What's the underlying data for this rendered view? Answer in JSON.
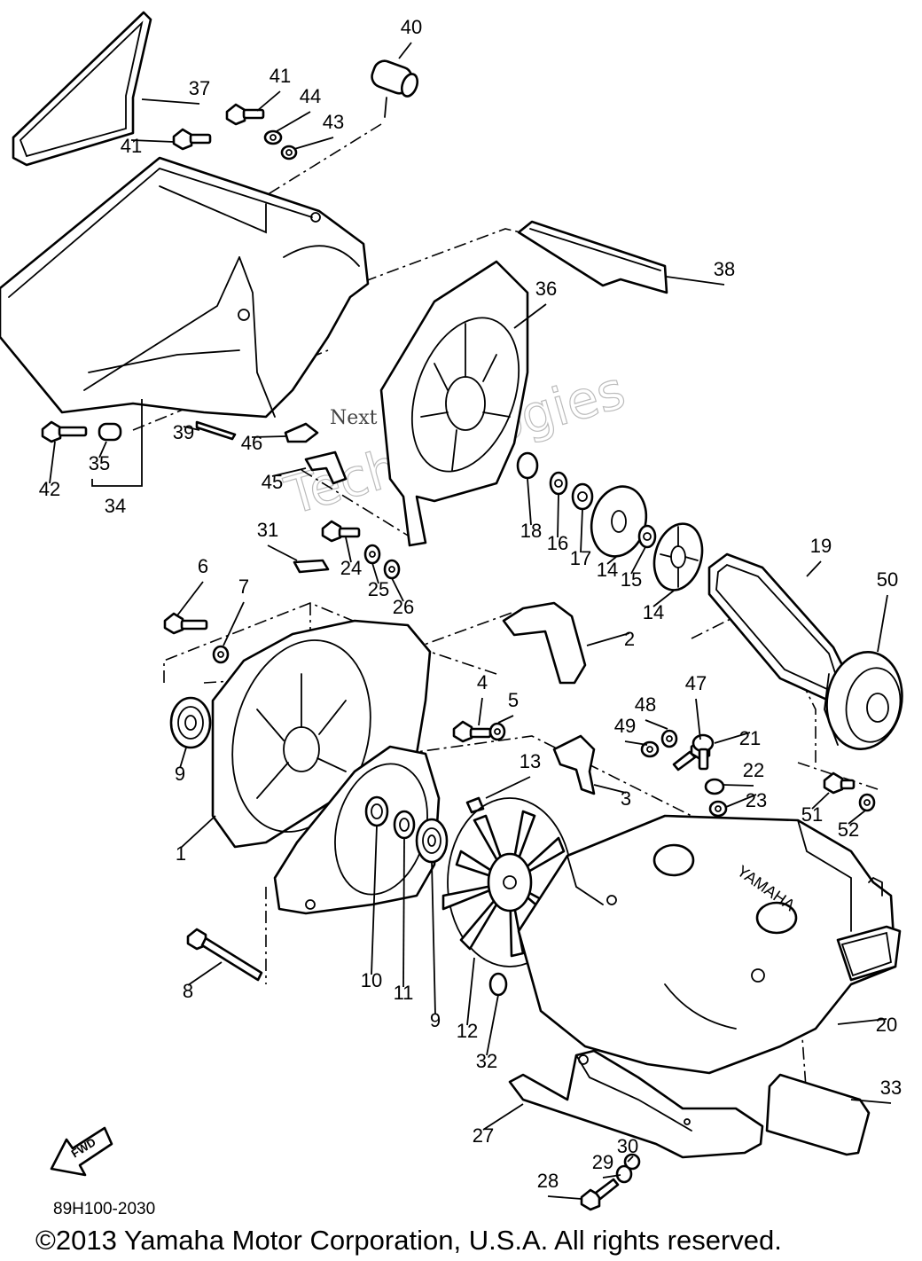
{
  "watermark": {
    "line1": "Next Technologies",
    "line2": "Techn",
    "line3": "ogies"
  },
  "fwd_label": "FWD",
  "diagram_code": "89H100-2030",
  "copyright": "©2013 Yamaha Motor Corporation, U.S.A. All rights reserved.",
  "callouts": [
    "40",
    "37",
    "41",
    "44",
    "43",
    "41",
    "38",
    "36",
    "42",
    "35",
    "34",
    "39",
    "46",
    "45",
    "18",
    "16",
    "17",
    "14",
    "15",
    "14",
    "19",
    "50",
    "31",
    "24",
    "25",
    "26",
    "6",
    "7",
    "2",
    "4",
    "5",
    "47",
    "48",
    "49",
    "21",
    "22",
    "23",
    "13",
    "3",
    "51",
    "52",
    "9",
    "1",
    "10",
    "11",
    "9",
    "8",
    "12",
    "32",
    "20",
    "33",
    "27",
    "30",
    "29",
    "28"
  ]
}
